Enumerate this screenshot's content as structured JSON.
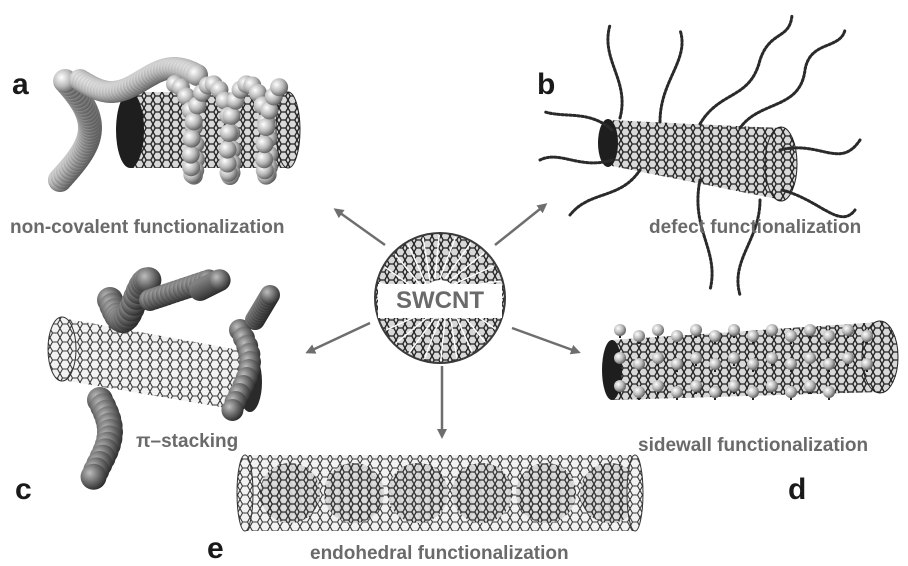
{
  "center": {
    "label": "SWCNT"
  },
  "panels": {
    "a": {
      "letter": "a",
      "caption": "non-covalent functionalization"
    },
    "b": {
      "letter": "b",
      "caption": "defect functionalization"
    },
    "c": {
      "letter": "c",
      "caption": "π–stacking"
    },
    "d": {
      "letter": "d",
      "caption": "sidewall functionalization"
    },
    "e": {
      "letter": "e",
      "caption": "endohedral functionalization"
    }
  },
  "colors": {
    "text": "#6a6a6a",
    "letter": "#1a1a1a",
    "arrow": "#6e6e6e",
    "tube": "#2a2a2a"
  }
}
